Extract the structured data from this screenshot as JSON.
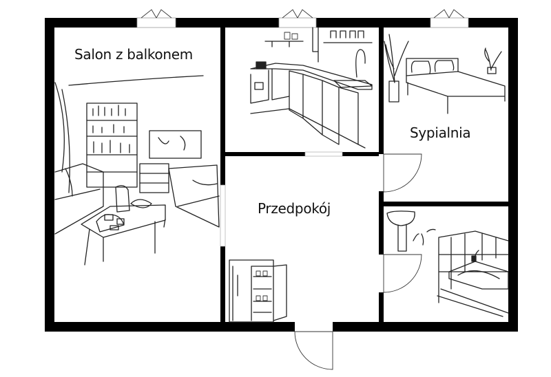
{
  "plan": {
    "rooms": [
      {
        "id": "salon",
        "label": "Salon z balkonem"
      },
      {
        "id": "kitchen",
        "label": ""
      },
      {
        "id": "bedroom",
        "label": "Sypialnia"
      },
      {
        "id": "hallway",
        "label": "Przedpokój"
      },
      {
        "id": "bathroom",
        "label": ""
      }
    ],
    "colors": {
      "wall": "#000000",
      "background": "#ffffff",
      "line": "#222222"
    }
  }
}
